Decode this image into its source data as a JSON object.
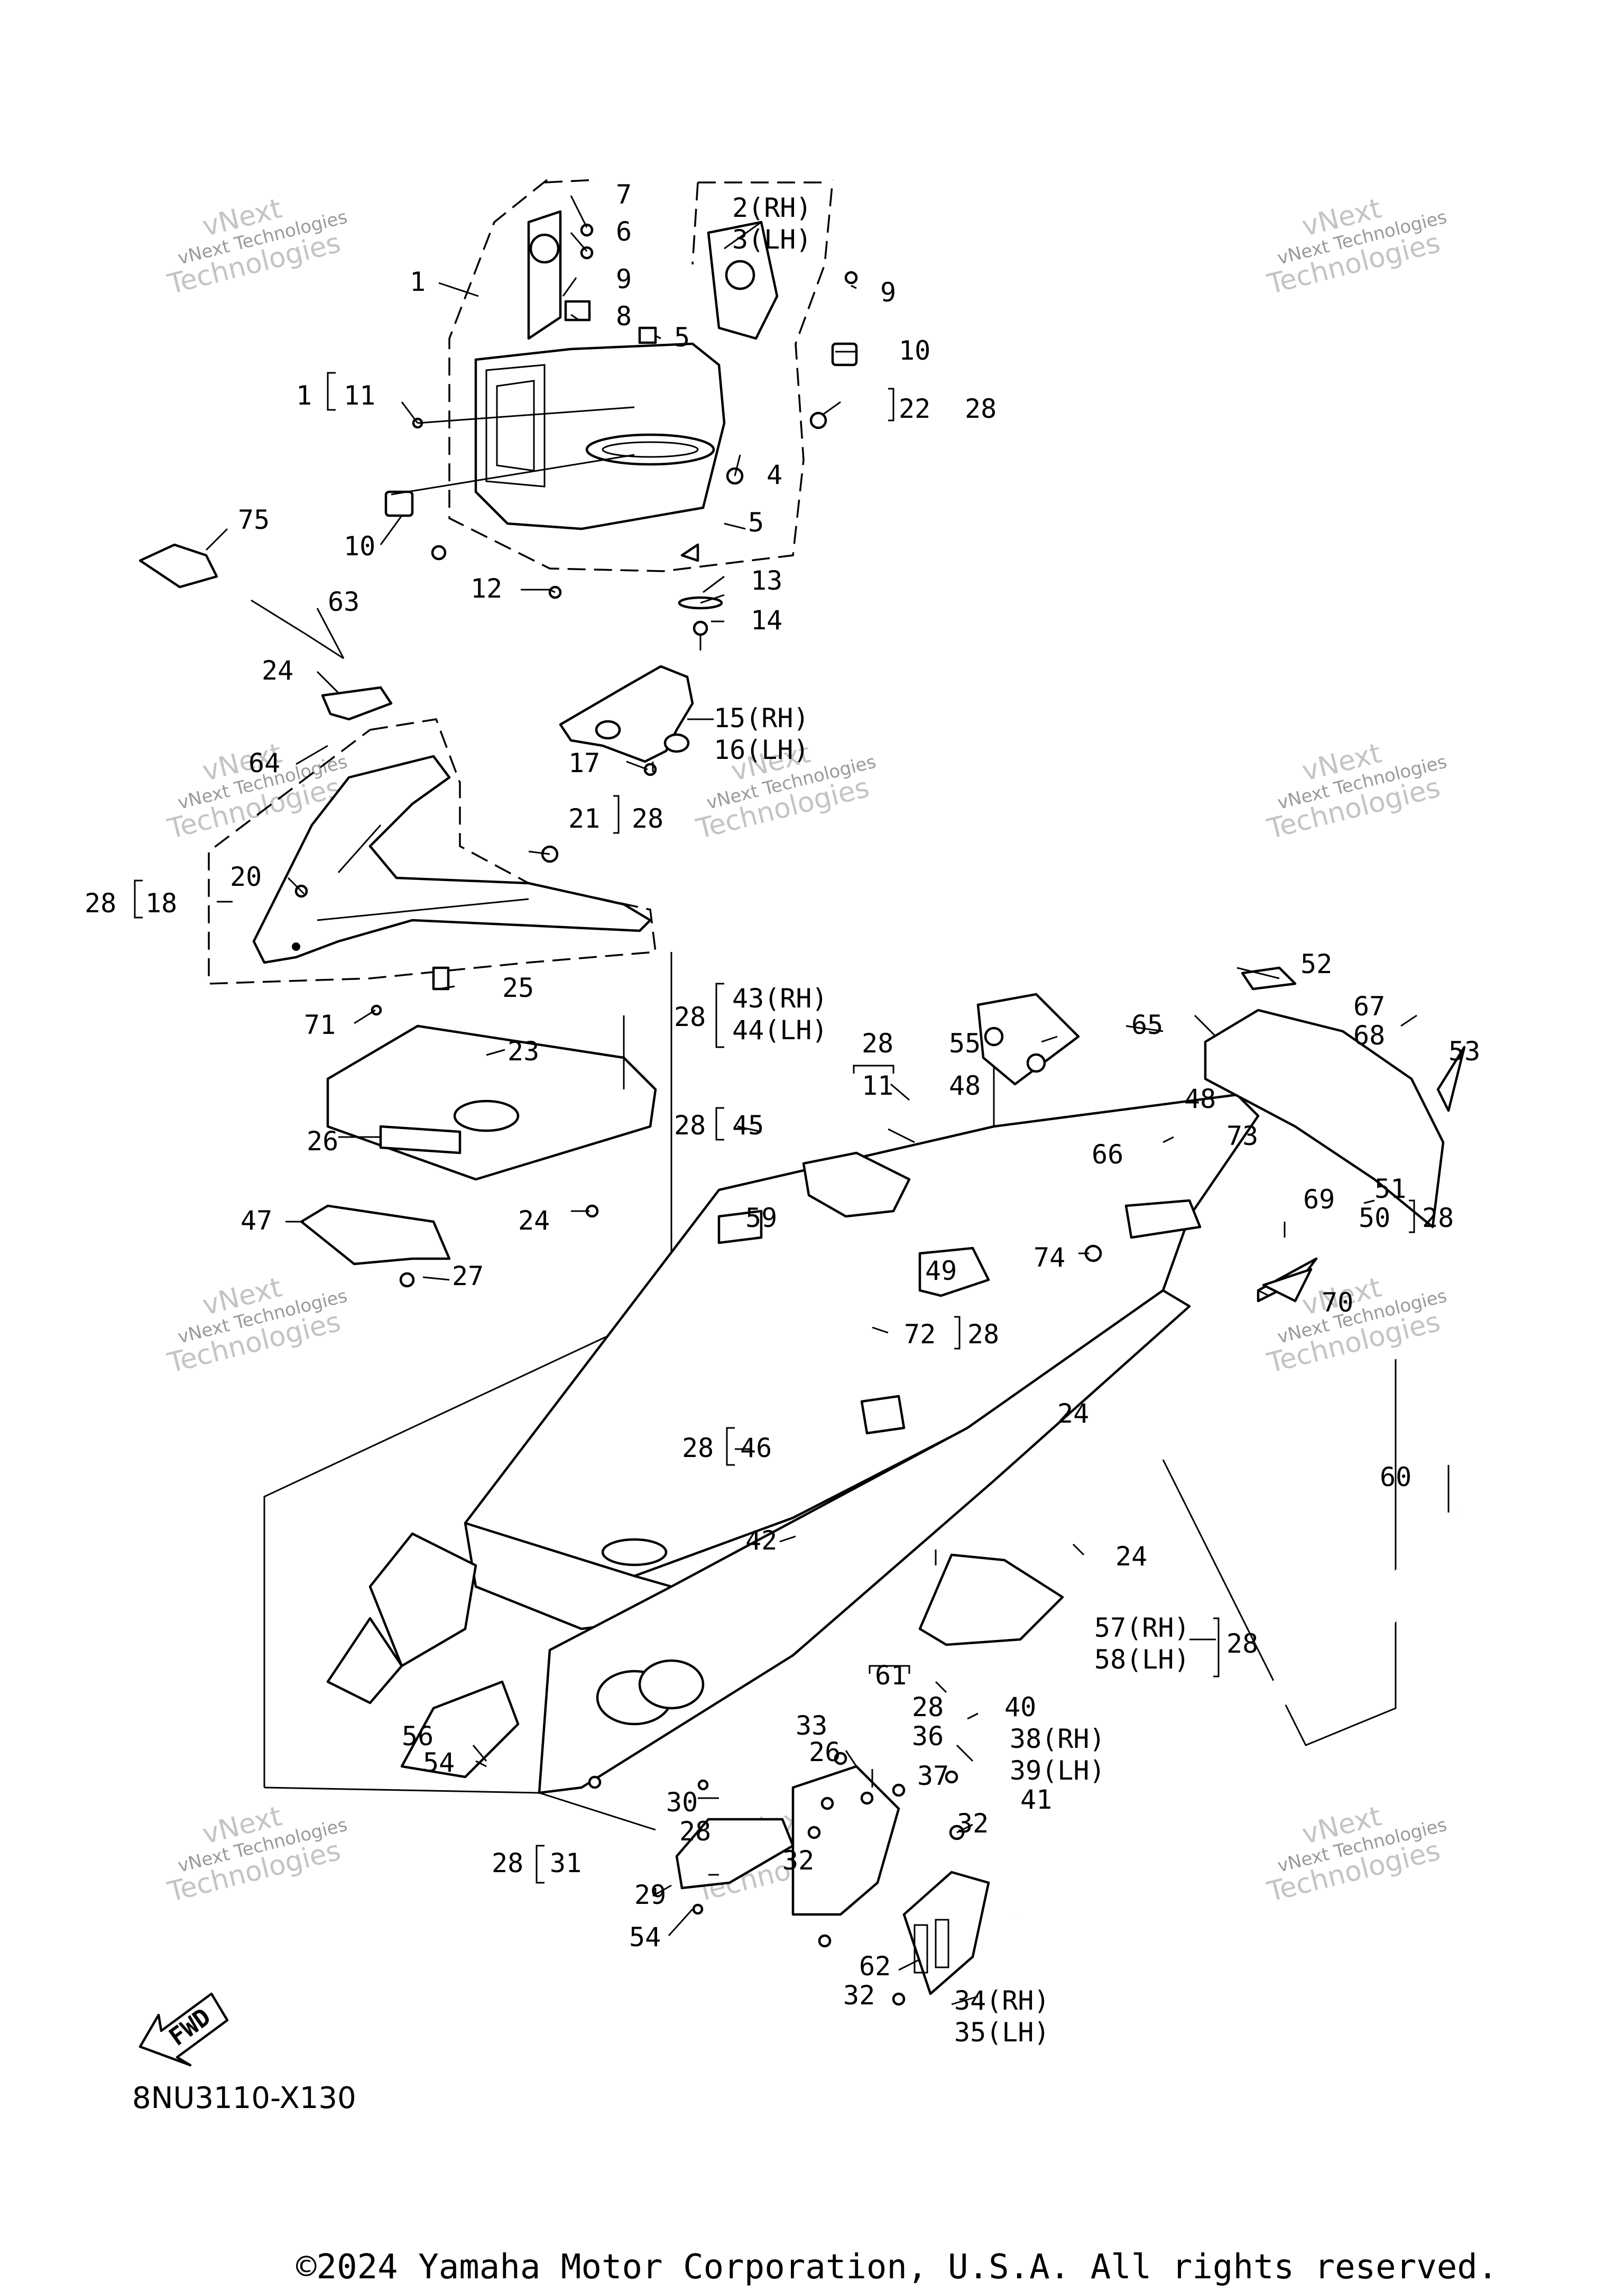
{
  "diagram": {
    "callouts": [
      {
        "id": "c1",
        "text": "1"
      },
      {
        "id": "c7",
        "text": "7"
      },
      {
        "id": "c6",
        "text": "6"
      },
      {
        "id": "c9a",
        "text": "9"
      },
      {
        "id": "c8",
        "text": "8"
      },
      {
        "id": "c5a",
        "text": "5"
      },
      {
        "id": "c2",
        "text": "2(RH)"
      },
      {
        "id": "c3",
        "text": "3(LH)"
      },
      {
        "id": "c9b",
        "text": "9"
      },
      {
        "id": "c10a",
        "text": "10"
      },
      {
        "id": "c22",
        "text": "22"
      },
      {
        "id": "c28a",
        "text": "28"
      },
      {
        "id": "c1b",
        "text": "1"
      },
      {
        "id": "c11",
        "text": "11"
      },
      {
        "id": "c4",
        "text": "4"
      },
      {
        "id": "c10b",
        "text": "10"
      },
      {
        "id": "c5b",
        "text": "5"
      },
      {
        "id": "c75",
        "text": "75"
      },
      {
        "id": "c12",
        "text": "12"
      },
      {
        "id": "c13",
        "text": "13"
      },
      {
        "id": "c14",
        "text": "14"
      },
      {
        "id": "c63",
        "text": "63"
      },
      {
        "id": "c24a",
        "text": "24"
      },
      {
        "id": "c15",
        "text": "15(RH)"
      },
      {
        "id": "c16",
        "text": "16(LH)"
      },
      {
        "id": "c17",
        "text": "17"
      },
      {
        "id": "c64",
        "text": "64"
      },
      {
        "id": "c21",
        "text": "21"
      },
      {
        "id": "c28b",
        "text": "28"
      },
      {
        "id": "c20",
        "text": "20"
      },
      {
        "id": "c28c",
        "text": "28"
      },
      {
        "id": "c18",
        "text": "18"
      },
      {
        "id": "c25",
        "text": "25"
      },
      {
        "id": "c71",
        "text": "71"
      },
      {
        "id": "c23",
        "text": "23"
      },
      {
        "id": "c26a",
        "text": "26"
      },
      {
        "id": "c47",
        "text": "47"
      },
      {
        "id": "c24b",
        "text": "24"
      },
      {
        "id": "c27",
        "text": "27"
      },
      {
        "id": "c52",
        "text": "52"
      },
      {
        "id": "c28d",
        "text": "28"
      },
      {
        "id": "c43",
        "text": "43(RH)"
      },
      {
        "id": "c44",
        "text": "44(LH)"
      },
      {
        "id": "c55",
        "text": "55"
      },
      {
        "id": "c65",
        "text": "65"
      },
      {
        "id": "c67",
        "text": "67"
      },
      {
        "id": "c68",
        "text": "68"
      },
      {
        "id": "c53",
        "text": "53"
      },
      {
        "id": "c28e",
        "text": "28"
      },
      {
        "id": "c11b",
        "text": "11"
      },
      {
        "id": "c48a",
        "text": "48"
      },
      {
        "id": "c48b",
        "text": "48"
      },
      {
        "id": "c73",
        "text": "73"
      },
      {
        "id": "c28f",
        "text": "28"
      },
      {
        "id": "c45",
        "text": "45"
      },
      {
        "id": "c66",
        "text": "66"
      },
      {
        "id": "c69",
        "text": "69"
      },
      {
        "id": "c51",
        "text": "51"
      },
      {
        "id": "c50",
        "text": "50"
      },
      {
        "id": "c28g",
        "text": "28"
      },
      {
        "id": "c59",
        "text": "59"
      },
      {
        "id": "c49",
        "text": "49"
      },
      {
        "id": "c74",
        "text": "74"
      },
      {
        "id": "c70",
        "text": "70"
      },
      {
        "id": "c72",
        "text": "72"
      },
      {
        "id": "c28h",
        "text": "28"
      },
      {
        "id": "c24c",
        "text": "24"
      },
      {
        "id": "c28i",
        "text": "28"
      },
      {
        "id": "c46",
        "text": "46"
      },
      {
        "id": "c60",
        "text": "60"
      },
      {
        "id": "c42",
        "text": "42"
      },
      {
        "id": "c24d",
        "text": "24"
      },
      {
        "id": "c57",
        "text": "57(RH)"
      },
      {
        "id": "c58",
        "text": "58(LH)"
      },
      {
        "id": "c28j",
        "text": "28"
      },
      {
        "id": "c61",
        "text": "61"
      },
      {
        "id": "c28k",
        "text": "28"
      },
      {
        "id": "c40",
        "text": "40"
      },
      {
        "id": "c38",
        "text": "38(RH)"
      },
      {
        "id": "c39",
        "text": "39(LH)"
      },
      {
        "id": "c56",
        "text": "56"
      },
      {
        "id": "c54a",
        "text": "54"
      },
      {
        "id": "c33",
        "text": "33"
      },
      {
        "id": "c26b",
        "text": "26"
      },
      {
        "id": "c36",
        "text": "36"
      },
      {
        "id": "c37",
        "text": "37"
      },
      {
        "id": "c41",
        "text": "41"
      },
      {
        "id": "c30",
        "text": "30"
      },
      {
        "id": "c28l",
        "text": "28"
      },
      {
        "id": "c32a",
        "text": "32"
      },
      {
        "id": "c28m",
        "text": "28"
      },
      {
        "id": "c31",
        "text": "31"
      },
      {
        "id": "c32b",
        "text": "32"
      },
      {
        "id": "c29",
        "text": "29"
      },
      {
        "id": "c54b",
        "text": "54"
      },
      {
        "id": "c62",
        "text": "62"
      },
      {
        "id": "c32c",
        "text": "32"
      },
      {
        "id": "c34",
        "text": "34(RH)"
      },
      {
        "id": "c35",
        "text": "35(LH)"
      }
    ],
    "fwd_label": "FWD",
    "diagram_code": "8NU3110-X130",
    "copyright": "©2024 Yamaha Motor Corporation, U.S.A. All rights reserved.",
    "watermark": {
      "line1": "vNext Technologies",
      "line2": "vNext",
      "line3": "Technologies"
    }
  }
}
